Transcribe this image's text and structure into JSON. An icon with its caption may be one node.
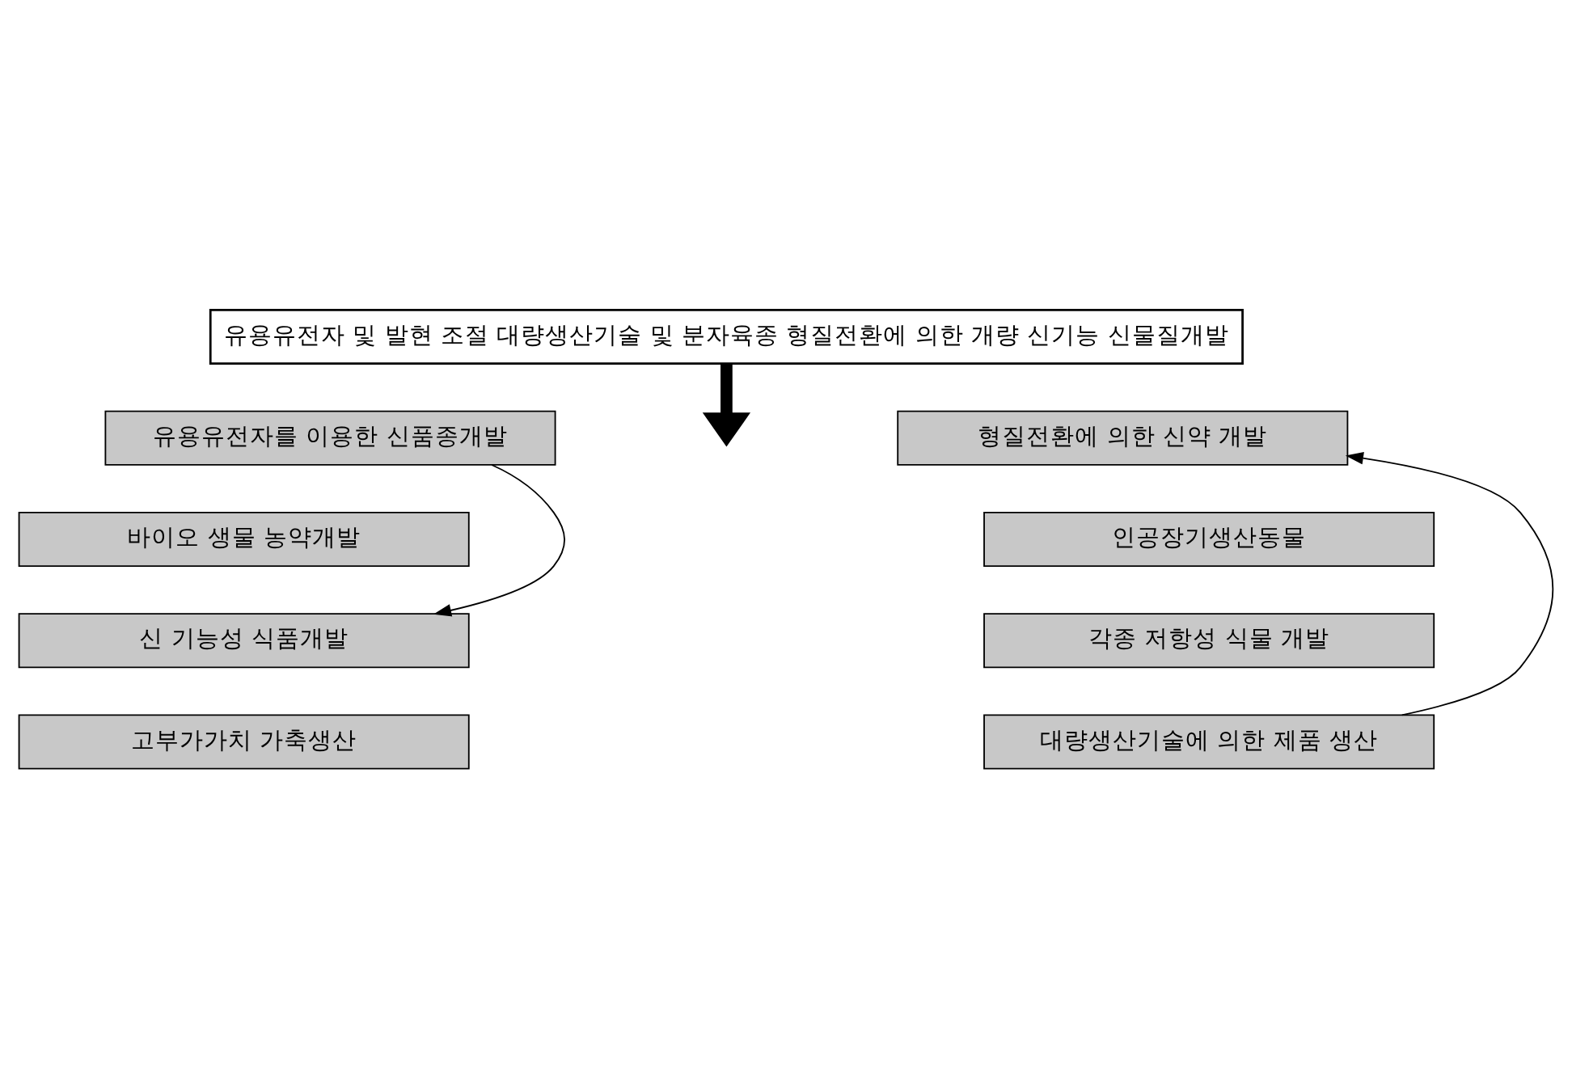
{
  "diagram": {
    "nodes": [
      {
        "text": [
          "유용유전자 및 발현 조절 대량생산기술 및 분자육종 형질전환에 의한 개량 신기능 신물질개발"
        ]
      },
      {
        "text": [
          "유용유전자를 이용한 신품종개발"
        ]
      },
      {
        "text": [
          "바이오 생물 농약개발"
        ]
      },
      {
        "text": [
          "신 기능성 식품개발"
        ]
      },
      {
        "text": [
          "고부가가치 가축생산"
        ]
      },
      {
        "text": [
          "형질전환에 의한 신약 개발"
        ]
      },
      {
        "text": [
          "인공장기생산동물"
        ]
      },
      {
        "text": [
          "각종 저항성 식물 개발"
        ]
      },
      {
        "text": [
          "대량생산기술에 의한 제품 생산"
        ]
      }
    ],
    "edges": [
      {
        "from": 0,
        "to": null,
        "arrow": "to",
        "style": "thick"
      },
      {
        "from": 1,
        "to": 3,
        "arrow": "to"
      },
      {
        "from": 8,
        "to": 5,
        "arrow": "to"
      }
    ]
  }
}
